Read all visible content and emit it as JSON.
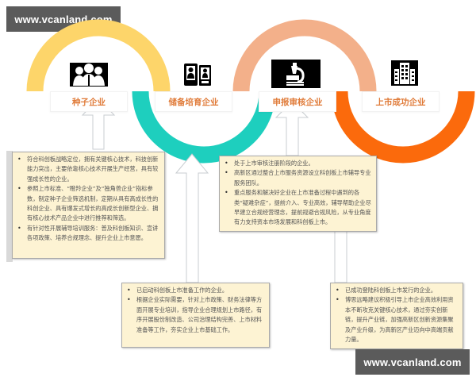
{
  "watermark": {
    "text": "www.vcanland.com"
  },
  "colors": {
    "stage1": "#fdd56a",
    "stage2": "#1ecfbe",
    "stage3": "#f3b08a",
    "stage4": "#fb6a0c",
    "label_text": "#e07b39",
    "textbox_bg": "#fdf3d3"
  },
  "stages": [
    {
      "label": "种子企业",
      "icon": "people-group-icon"
    },
    {
      "label": "储备培育企业",
      "icon": "id-cards-icon"
    },
    {
      "label": "申报审核企业",
      "icon": "microscope-icon"
    },
    {
      "label": "上市成功企业",
      "icon": "office-building-icon"
    }
  ],
  "boxes": {
    "seed": [
      "符合科创板战略定位，拥有关键核心技术，科技创新能力突出，主要依靠核心技术开展生产经营，具有较强成长性的企业。",
      "参照上市标准、“瞪羚企业”及“独角兽企业”指标参数，制定种子企业筛选机制，定期从具有高成长性的科创企业、具有爆发式增长的高成长创新型企业、拥有核心技术产品企业中进行推荐和筛选。",
      "有针对性开展辅导培训服务：普及科创板知识、宣讲各项政策、培养合规理念、提升企业上市意愿。"
    ],
    "reserve": [
      "已启动科创板上市准备工作的企业。",
      "根据企业实际需要，针对上市政策、财务法律等方面开展专业培训，指导企业合理规划上市路径，有序开展股份制改造、公司治理结构完善、上市材料准备等工作，夯实企业上市基础工作。"
    ],
    "review": [
      "处于上市审核注册阶段的企业。",
      "高新区通过整合上市服务资源设立科创板上市辅导专业服务团队。",
      "重点服务和解决好企业在上市准备过程中遇到的各类“疑难杂症”，提前介入、专业高效，辅导帮助企业尽早建立合规经营理念，提前规避合规风险，从专业角度有力支持资本市场发展和科创板上市。"
    ],
    "listed": [
      "已成功登陆科创板上市发行的企业。",
      "博思远略建议积极引导上市企业高效利用资本不断攻克关键核心技术，通过夯实创新链，提升产业链，加强高新区创新资源集聚及产业升级，为高新区产业迈向中高端贡献力量。"
    ]
  }
}
